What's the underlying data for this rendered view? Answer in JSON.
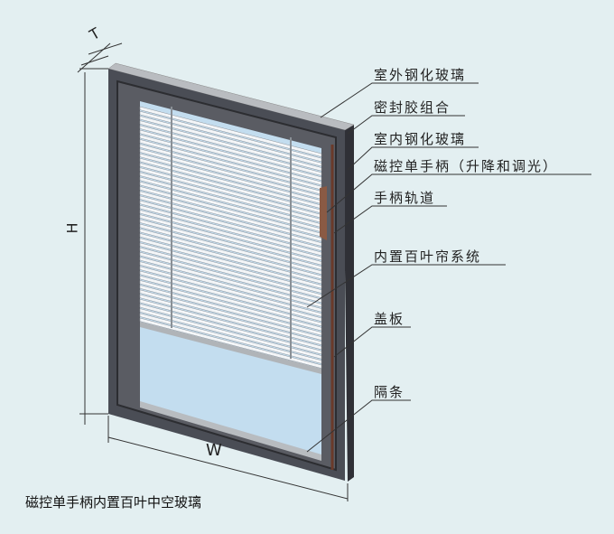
{
  "labels": {
    "outer_glass": "室外钢化玻璃",
    "sealant": "密封胶组合",
    "inner_glass": "室内钢化玻璃",
    "magnetic_handle": "磁控单手柄（升降和调光）",
    "handle_track": "手柄轨道",
    "blind_system": "内置百叶帘系统",
    "cover_plate": "盖板",
    "spacer": "隔条"
  },
  "dimensions": {
    "thickness": "T",
    "height": "H",
    "width": "W"
  },
  "caption": "磁控单手柄内置百叶中空玻璃",
  "colors": {
    "frame": "#4a4d55",
    "glass": "#c3ddef",
    "slat": "#f4f6f8",
    "handle": "#8a5a44",
    "background": "#e3eff1"
  }
}
